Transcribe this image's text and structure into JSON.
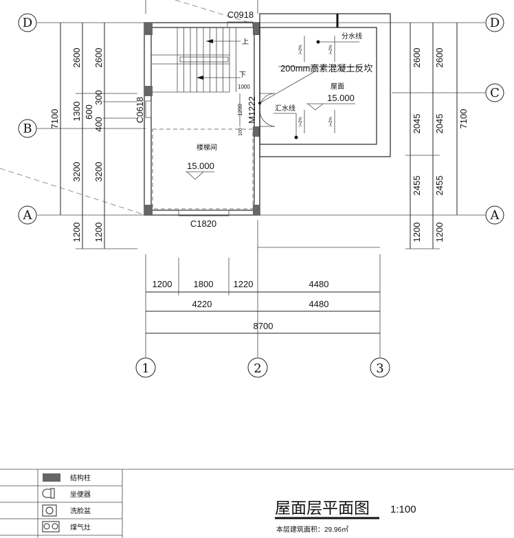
{
  "axes": {
    "D": "D",
    "C": "C",
    "B": "B",
    "A": "A",
    "n1": "1",
    "n2": "2",
    "n3": "3"
  },
  "left_dims": {
    "outer": "7100",
    "a1": "2600",
    "a2": "1300",
    "a3": "3200",
    "a4": "1200",
    "b1": "2600",
    "b2": "300",
    "b3": "600",
    "b4": "400",
    "b5": "3200",
    "b6": "1200"
  },
  "right_dims": {
    "a1": "2600",
    "a2": "2045",
    "a3": "2455",
    "a4": "1200",
    "b1": "2600",
    "b2": "2045",
    "b3": "2455",
    "b4": "1200",
    "outer": "7100"
  },
  "bottom_dims": {
    "r1": [
      "1200",
      "1800",
      "1220",
      "4480"
    ],
    "r2": [
      "4220",
      "4480"
    ],
    "r3": "8700"
  },
  "labels": {
    "window_top": "C0918",
    "window_left": "C0618",
    "window_bottom": "C1820",
    "door": "M1222",
    "door_w": "1000",
    "door_h": "1200",
    "door_gap": "100",
    "up": "上",
    "down": "下",
    "stair_room": "楼梯间",
    "stair_elev": "15.000",
    "ridge": "分水线",
    "gutter": "汇水线",
    "roof_note": "200mm高素混凝土反坎",
    "roof": "屋面",
    "roof_elev": "15.000",
    "slope": "i=2%"
  },
  "legend": [
    {
      "icon": "structural-column-icon",
      "label": "结构柱"
    },
    {
      "icon": "toilet-icon",
      "label": "坐便器"
    },
    {
      "icon": "washbasin-icon",
      "label": "洗脸盆"
    },
    {
      "icon": "gas-stove-icon",
      "label": "煤气灶"
    }
  ],
  "title": {
    "name": "屋面层平面图",
    "scale": "1:100",
    "area": "本层建筑面积：29.96㎡"
  }
}
